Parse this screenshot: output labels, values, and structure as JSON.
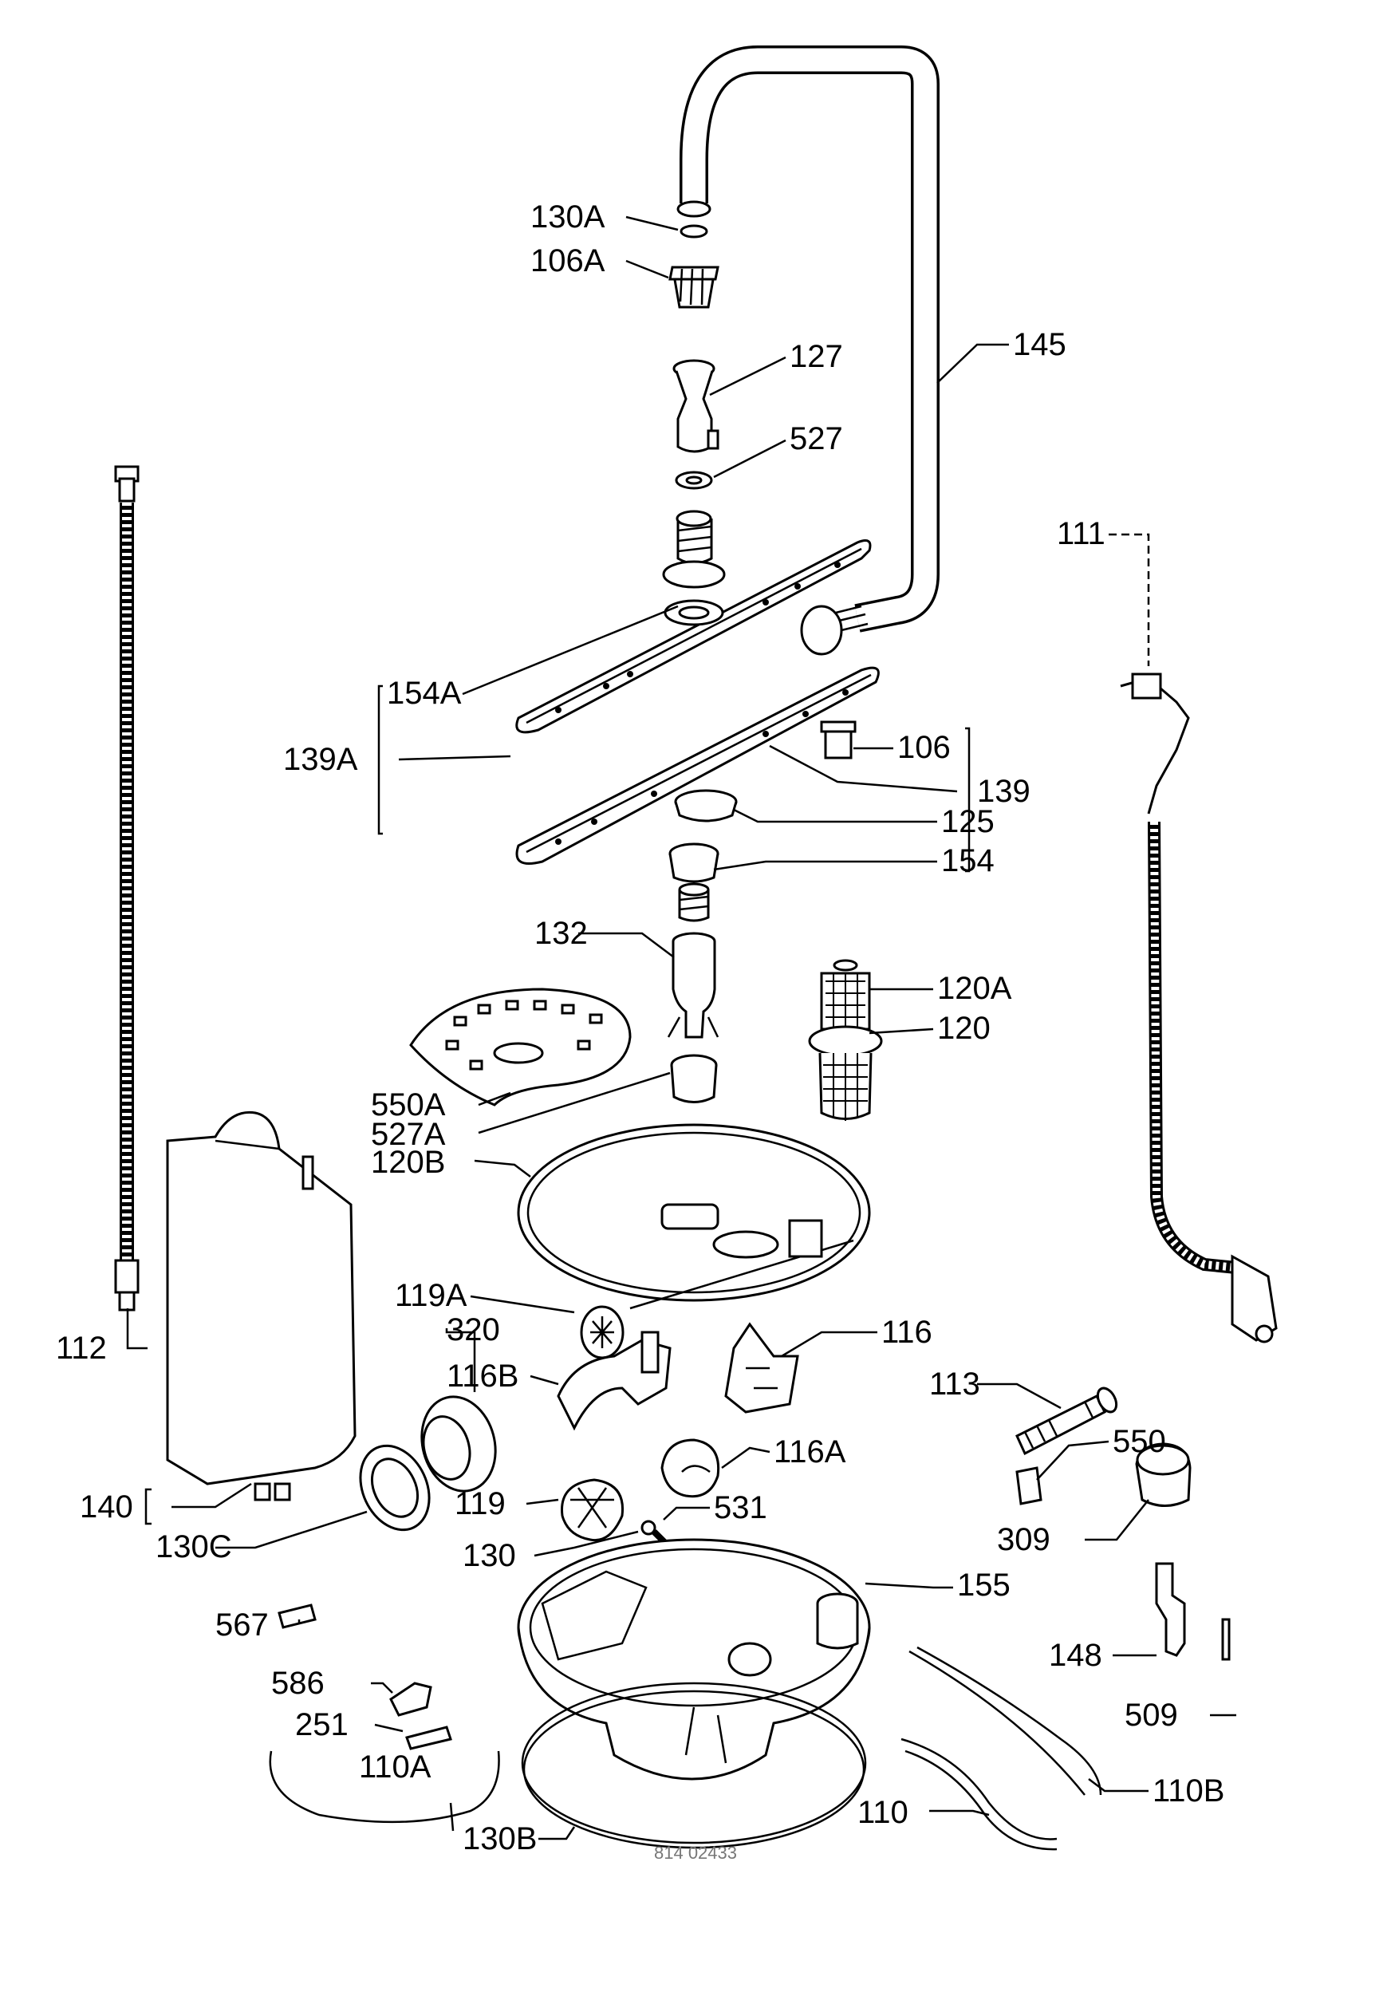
{
  "labels": {
    "l130A": "130A",
    "l106A": "106A",
    "l127": "127",
    "l145": "145",
    "l527": "527",
    "l111": "111",
    "l154A": "154A",
    "l139A": "139A",
    "l106": "106",
    "l139": "139",
    "l125": "125",
    "l154": "154",
    "l132": "132",
    "l120A": "120A",
    "l120": "120",
    "l550A": "550A",
    "l527A": "527A",
    "l120B": "120B",
    "l119A": "119A",
    "l320": "320",
    "l116": "116",
    "l116B": "116B",
    "l113": "113",
    "l550": "550",
    "l116A": "116A",
    "l112": "112",
    "l140": "140",
    "l130C": "130C",
    "l119": "119",
    "l531": "531",
    "l130": "130",
    "l309": "309",
    "l567": "567",
    "l155": "155",
    "l148": "148",
    "l586": "586",
    "l509": "509",
    "l251": "251",
    "l110A": "110A",
    "l110B": "110B",
    "l110": "110",
    "l130B": "130B"
  },
  "drawing_number": "814 02433"
}
